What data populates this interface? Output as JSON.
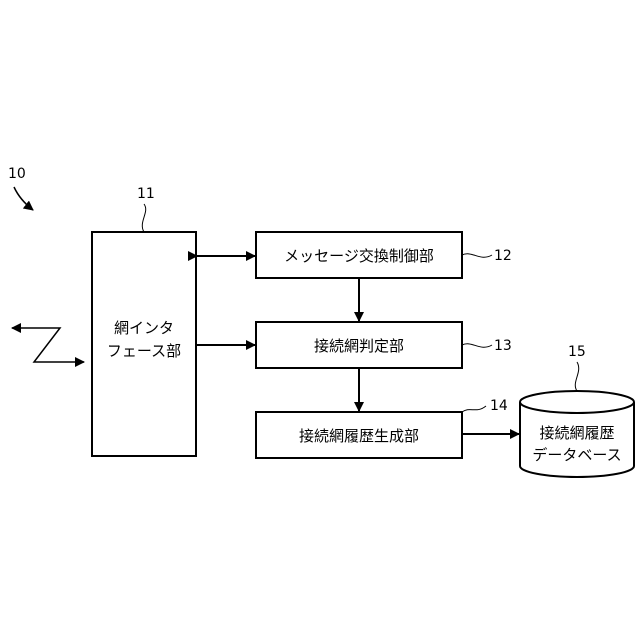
{
  "system": {
    "ref": "10"
  },
  "blocks": {
    "network_interface": {
      "ref": "11",
      "line1": "網インタ",
      "line2": "フェース部"
    },
    "message_exchange": {
      "ref": "12",
      "label": "メッセージ交換制御部"
    },
    "network_judge": {
      "ref": "13",
      "label": "接続網判定部"
    },
    "history_gen": {
      "ref": "14",
      "label": "接続網履歴生成部"
    },
    "history_db": {
      "ref": "15",
      "line1": "接続網履歴",
      "line2": "データベース"
    }
  }
}
